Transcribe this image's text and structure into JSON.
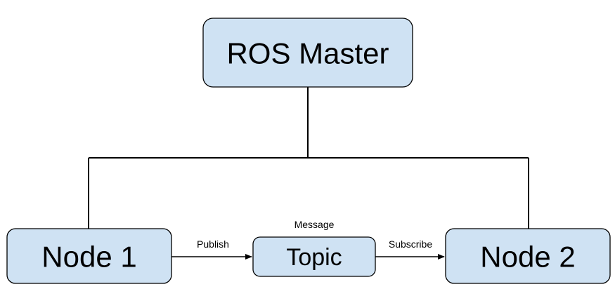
{
  "diagram": {
    "master": {
      "label": "ROS Master"
    },
    "node1": {
      "label": "Node 1"
    },
    "topic": {
      "label": "Topic"
    },
    "node2": {
      "label": "Node 2"
    },
    "edges": {
      "publish": "Publish",
      "subscribe": "Subscribe",
      "message": "Message"
    }
  },
  "colors": {
    "box_fill": "#cfe2f3",
    "stroke": "#000000"
  }
}
